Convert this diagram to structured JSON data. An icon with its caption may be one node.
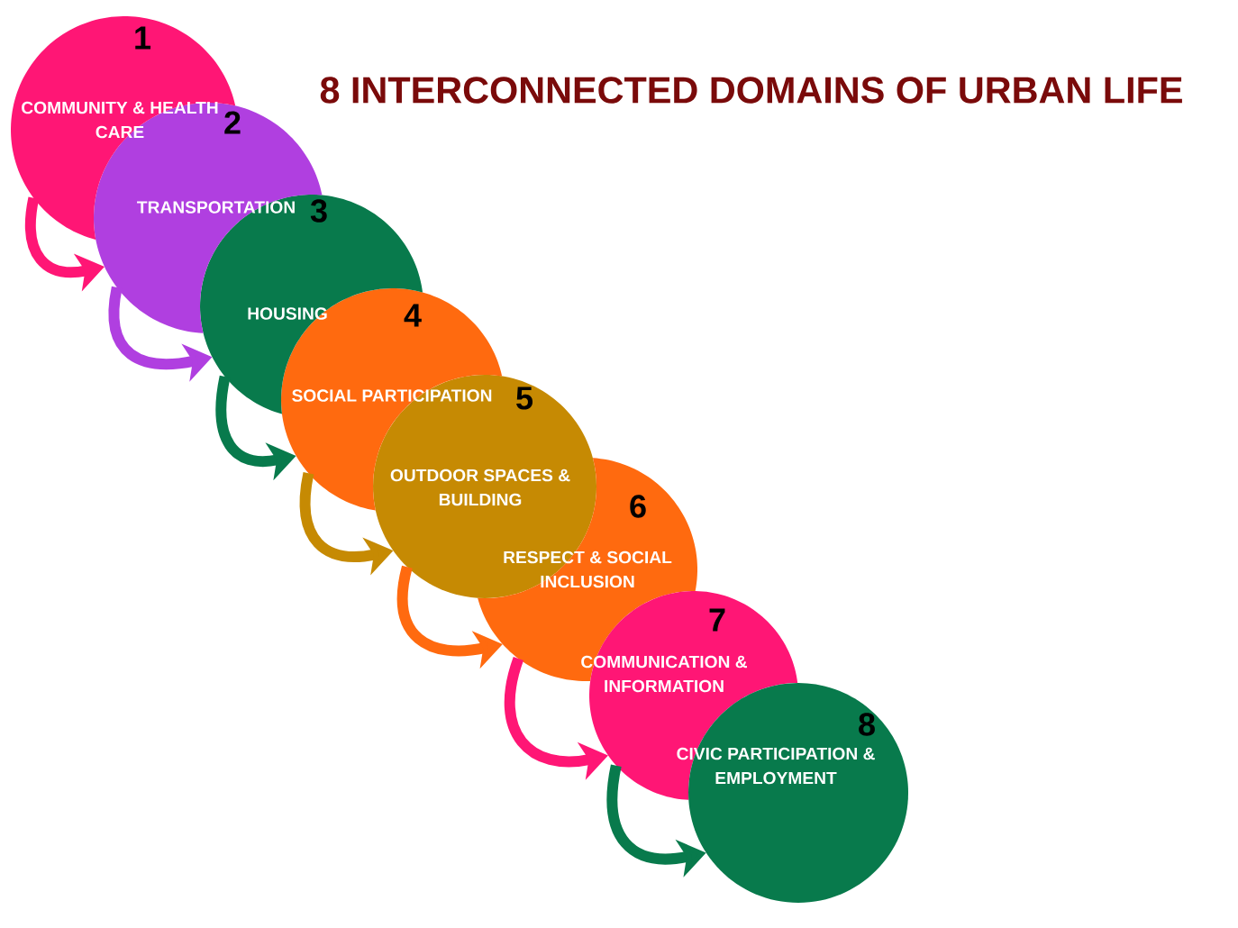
{
  "diagram": {
    "title": "8 INTERCONNECTED DOMAINS OF URBAN LIFE",
    "nodes": [
      {
        "text": [
          "1",
          "COMMUNITY & HEALTH CARE"
        ]
      },
      {
        "text": [
          "2",
          "TRANSPORTATION"
        ]
      },
      {
        "text": [
          "3",
          "HOUSING"
        ]
      },
      {
        "text": [
          "4",
          "SOCIAL PARTICIPATION"
        ]
      },
      {
        "text": [
          "5",
          "OUTDOOR SPACES & BUILDING"
        ]
      },
      {
        "text": [
          "6",
          "RESPECT & SOCIAL INCLUSION"
        ]
      },
      {
        "text": [
          "7",
          "COMMUNICATION & INFORMATION"
        ]
      },
      {
        "text": [
          "8",
          "CIVIC PARTICIPATION & EMPLOYMENT"
        ]
      }
    ],
    "edges": [
      {
        "from": 0,
        "to": 1,
        "arrow": "to",
        "color": "#ff1675"
      },
      {
        "from": 1,
        "to": 2,
        "arrow": "to",
        "color": "#b03fe0"
      },
      {
        "from": 2,
        "to": 3,
        "arrow": "to",
        "color": "#087a4c"
      },
      {
        "from": 3,
        "to": 4,
        "arrow": "to",
        "color": "#c68a03"
      },
      {
        "from": 4,
        "to": 5,
        "arrow": "to",
        "color": "#ff6a0f"
      },
      {
        "from": 5,
        "to": 6,
        "arrow": "to",
        "color": "#ff1675"
      },
      {
        "from": 6,
        "to": 7,
        "arrow": "to",
        "color": "#087a4c"
      }
    ]
  }
}
